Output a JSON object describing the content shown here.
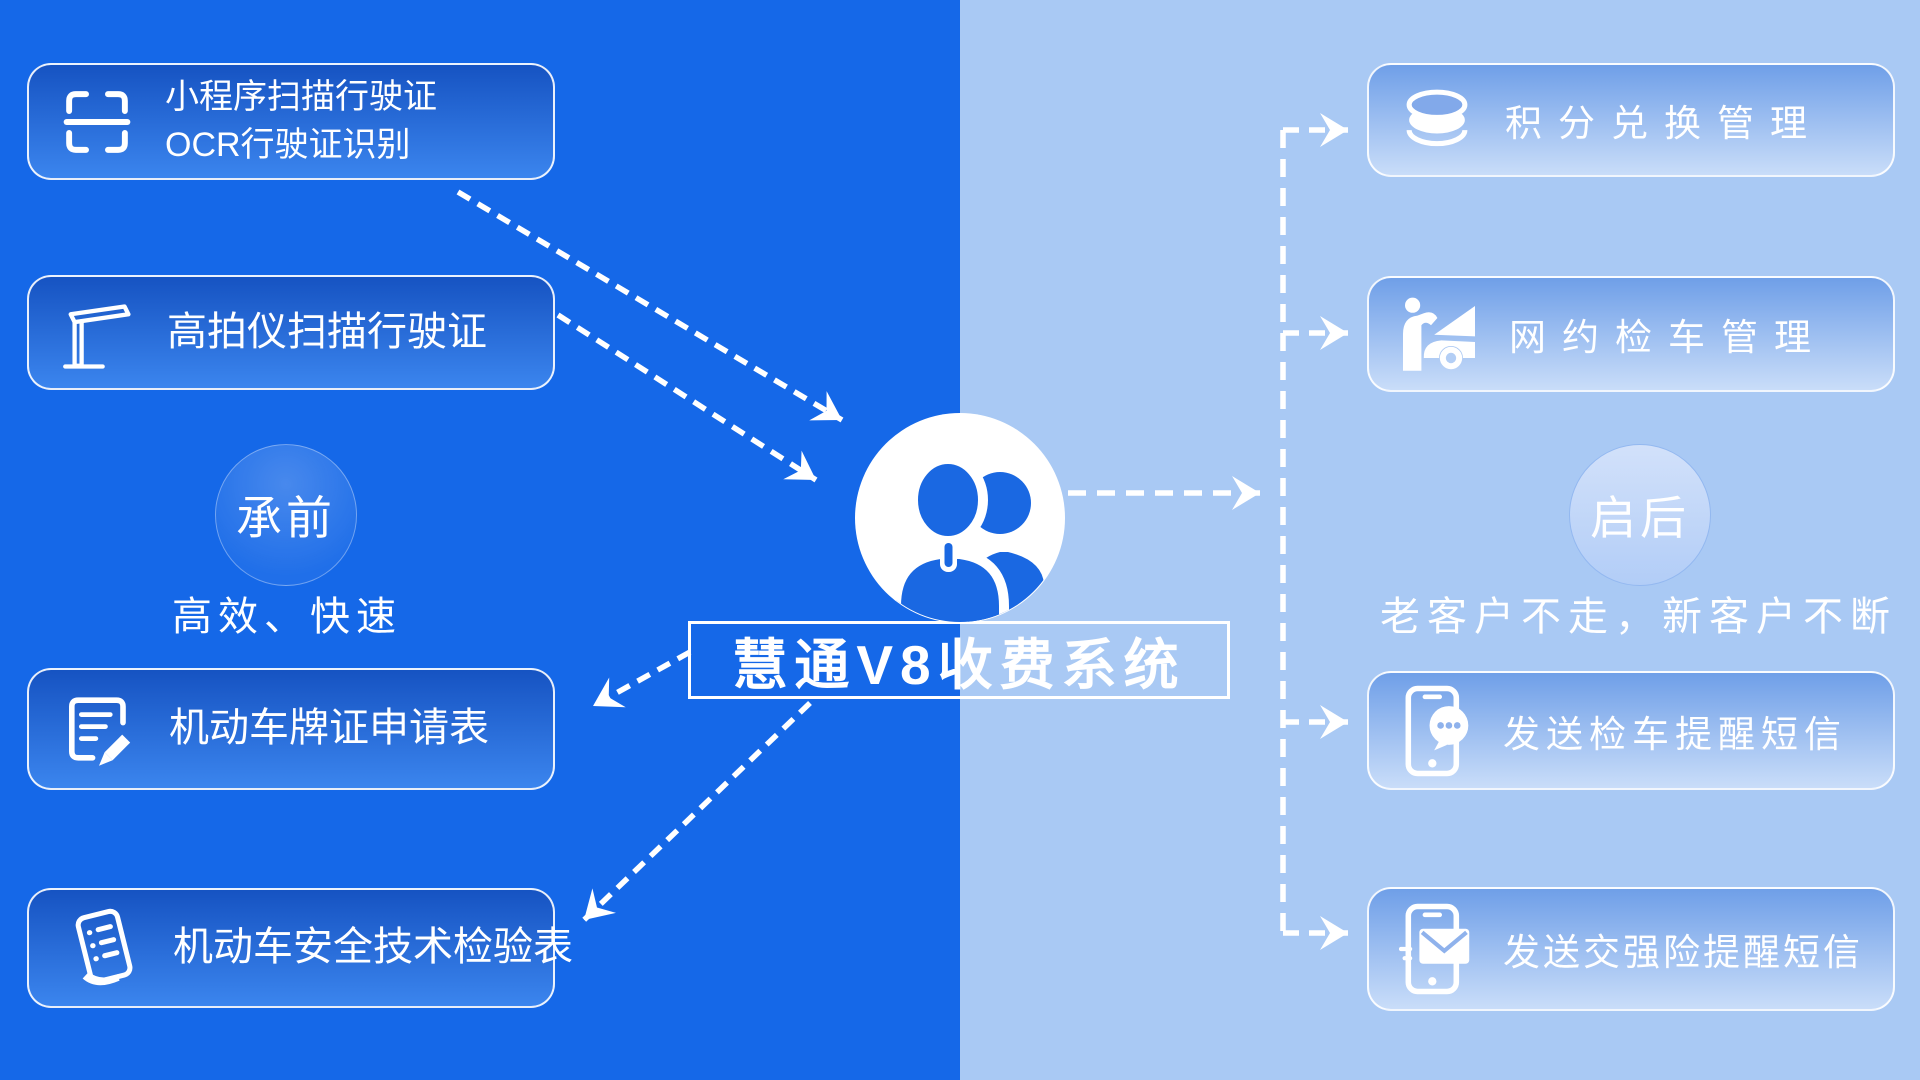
{
  "colors": {
    "left_background": "#1568e8",
    "right_background": "#a9c9f4",
    "left_box_gradient_top": "#1653c2",
    "left_box_gradient_bottom": "#3b85ee",
    "right_box_gradient_top": "#6f9fe8",
    "right_box_gradient_bottom": "#c9ddf9",
    "connector_color": "#ffffff",
    "person_icon_blue": "#1a68e2"
  },
  "center": {
    "title": "慧通V8收费系统",
    "icon": "users-icon"
  },
  "left_panel": {
    "badge": {
      "label": "承前",
      "caption": "高效、快速"
    },
    "boxes": [
      {
        "icon": "scan-frame-icon",
        "lines": [
          "小程序扫描行驶证",
          "OCR行驶证识别"
        ]
      },
      {
        "icon": "doc-camera-icon",
        "lines": [
          "高拍仪扫描行驶证"
        ]
      },
      {
        "icon": "form-pencil-icon",
        "lines": [
          "机动车牌证申请表"
        ]
      },
      {
        "icon": "inspection-sheet-icon",
        "lines": [
          "机动车安全技术检验表"
        ]
      }
    ]
  },
  "right_panel": {
    "badge": {
      "label": "启后",
      "caption": "老客户不走，新客户不断"
    },
    "boxes": [
      {
        "icon": "points-coins-icon",
        "label": "积分兑换管理"
      },
      {
        "icon": "car-inspection-icon",
        "label": "网约检车管理"
      },
      {
        "icon": "phone-chat-icon",
        "label": "发送检车提醒短信"
      },
      {
        "icon": "phone-mail-icon",
        "label": "发送交强险提醒短信"
      }
    ]
  }
}
